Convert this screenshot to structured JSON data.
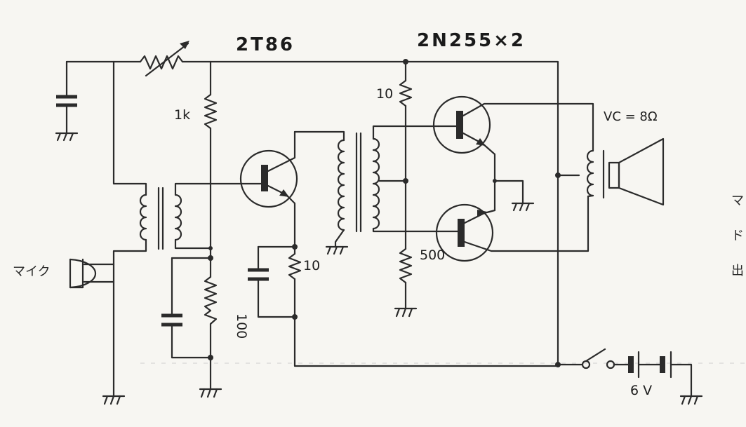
{
  "transistor_labels": {
    "driver": "2T86",
    "output": "2N255×2"
  },
  "component_labels": {
    "r_1k": "1k",
    "r_10_top": "10",
    "r_10_emitter": "10",
    "r_100": "100",
    "r_500": "500",
    "voice_coil": "VC = 8Ω",
    "microphone": "マイク",
    "battery": "6 V"
  },
  "edge_text": [
    "マ",
    "ド",
    "出"
  ]
}
